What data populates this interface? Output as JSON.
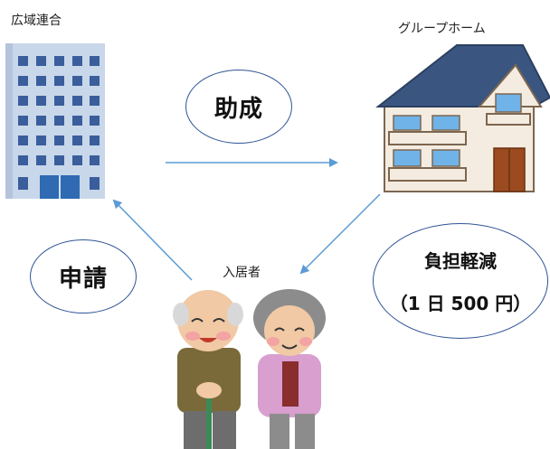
{
  "labels": {
    "union": "広域連合",
    "group_home": "グループホーム",
    "residents": "入居者"
  },
  "bubbles": {
    "subsidy": "助成",
    "application": "申請",
    "burden_title": "負担軽減",
    "burden_amount": "（1 日 500 円）"
  },
  "colors": {
    "arrow": "#5b9bd5",
    "oval_border": "#2f5597"
  }
}
